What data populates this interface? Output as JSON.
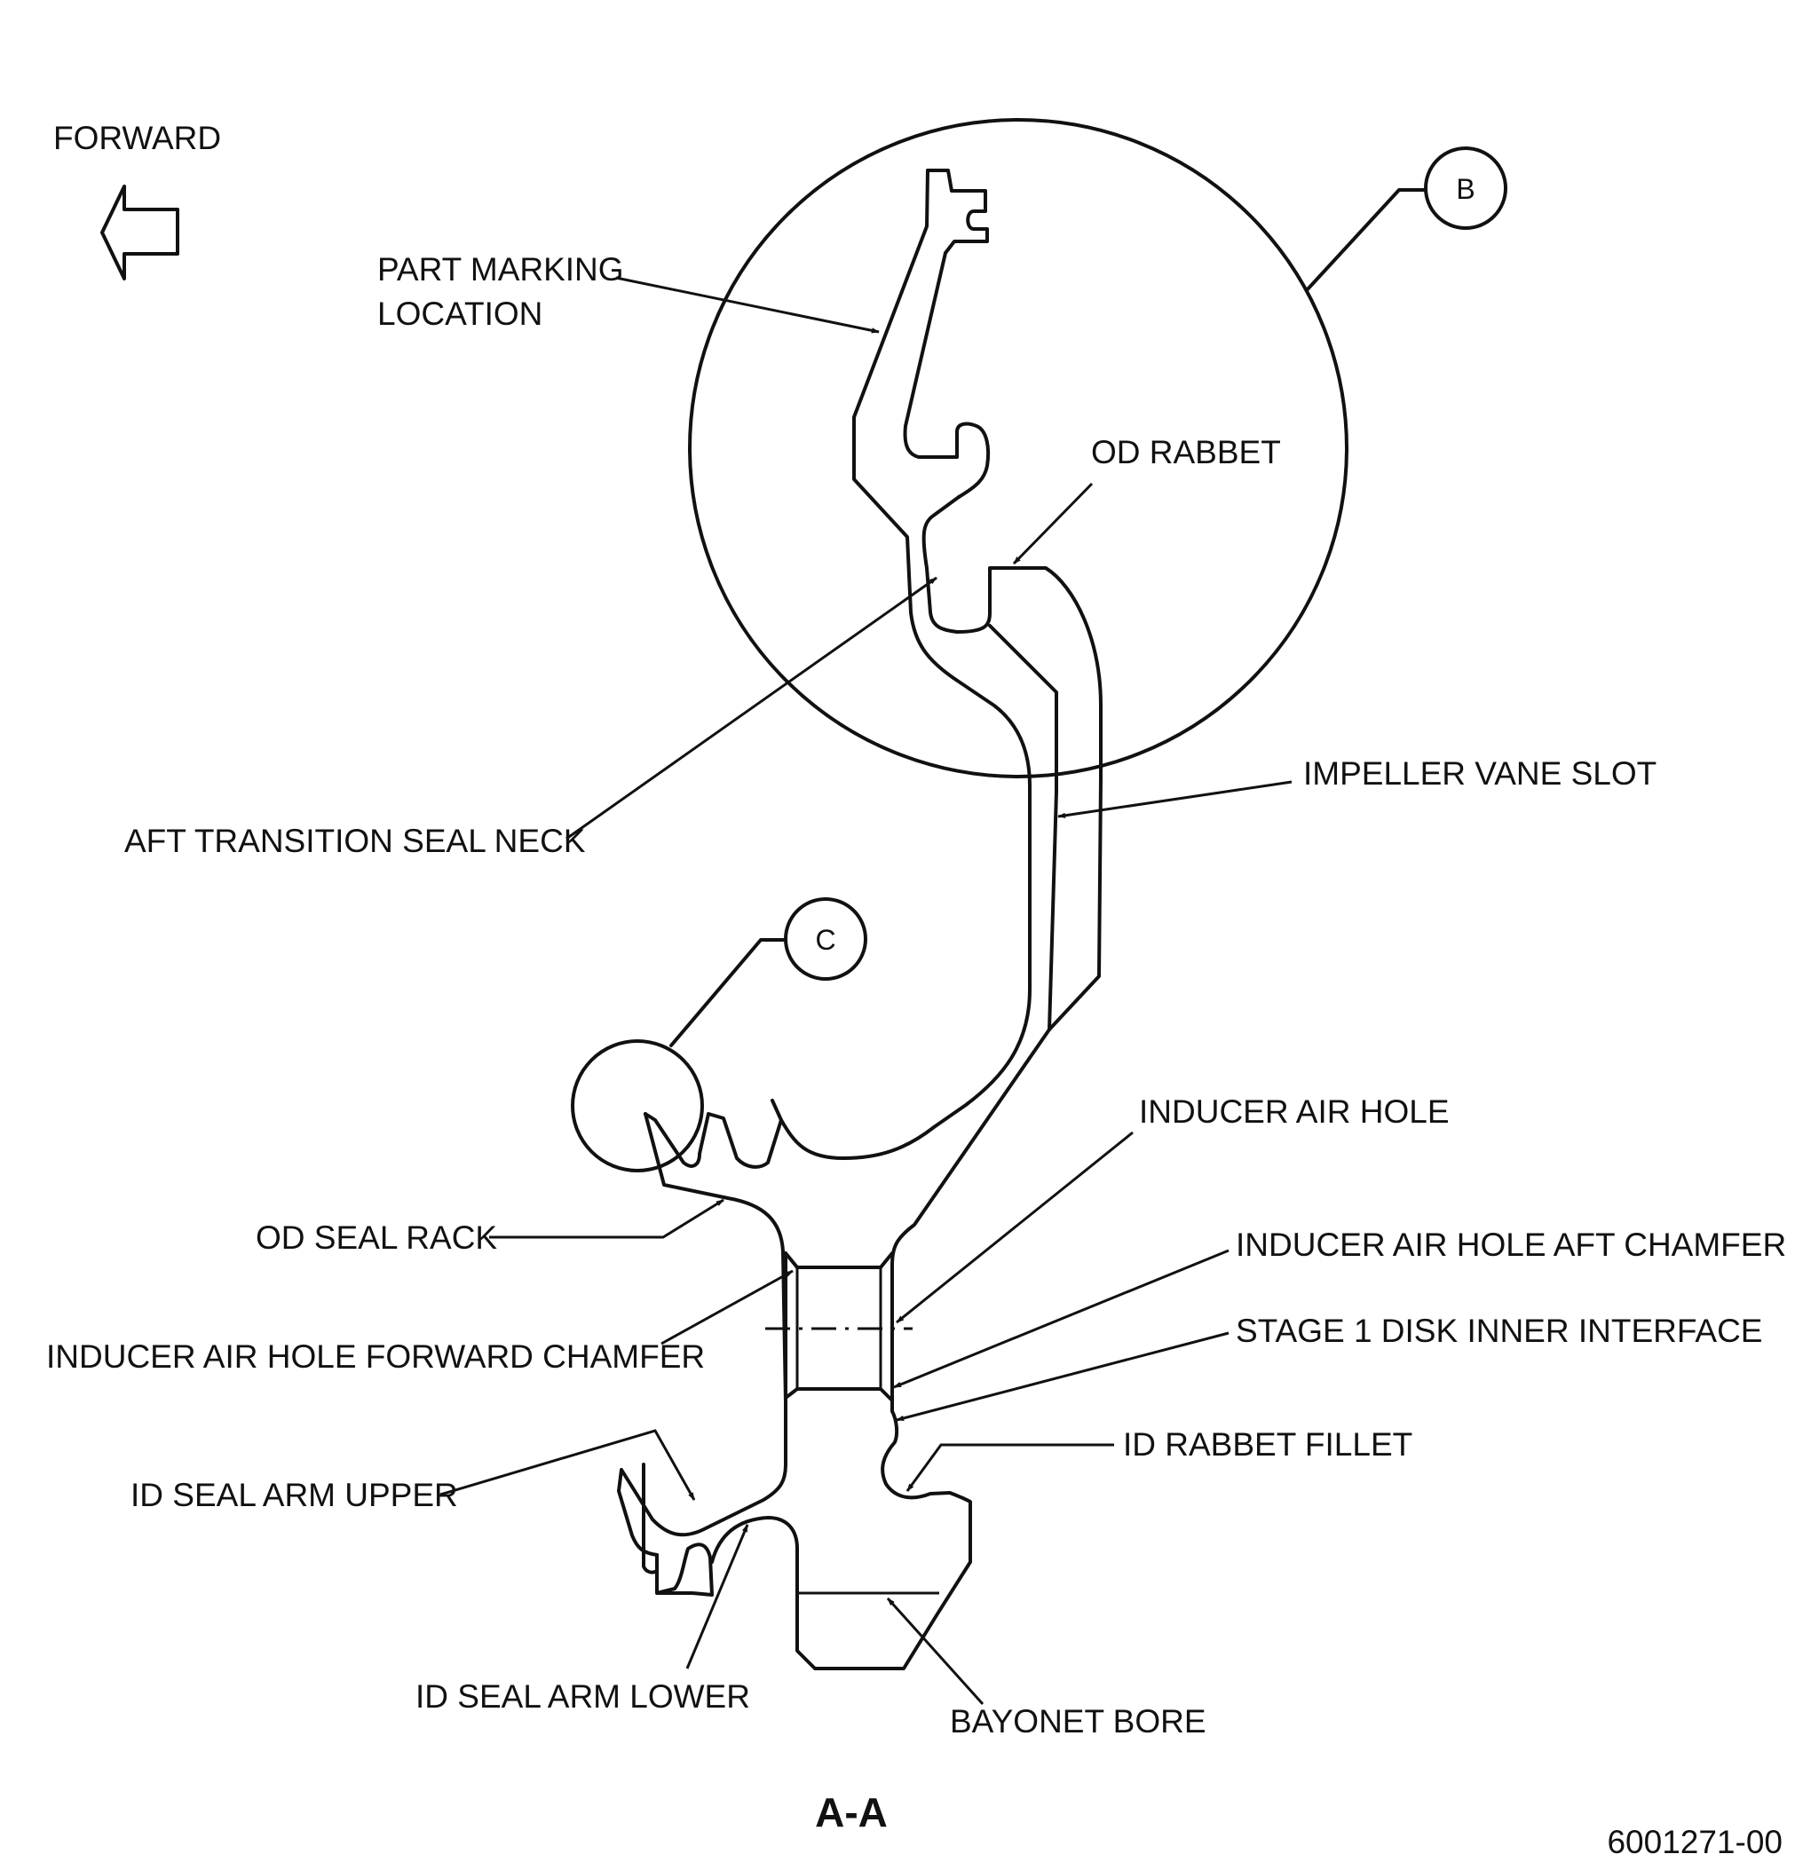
{
  "view": {
    "forward_label": "FORWARD",
    "section_title": "A-A",
    "drawing_number": "6001271-00"
  },
  "details": [
    "B",
    "C"
  ],
  "callouts": [
    {
      "id": "part-marking-location",
      "lines": [
        "PART MARKING",
        "LOCATION"
      ]
    },
    {
      "id": "od-rabbet",
      "lines": [
        "OD RABBET"
      ]
    },
    {
      "id": "impeller-vane-slot",
      "lines": [
        "IMPELLER VANE SLOT"
      ]
    },
    {
      "id": "aft-transition-seal-neck",
      "lines": [
        "AFT TRANSITION SEAL NECK"
      ]
    },
    {
      "id": "inducer-air-hole",
      "lines": [
        "INDUCER AIR HOLE"
      ]
    },
    {
      "id": "inducer-air-hole-aft-chamfer",
      "lines": [
        "INDUCER AIR HOLE AFT CHAMFER"
      ]
    },
    {
      "id": "od-seal-rack",
      "lines": [
        "OD SEAL RACK"
      ]
    },
    {
      "id": "stage-1-disk-inner-interface",
      "lines": [
        "STAGE 1 DISK INNER INTERFACE"
      ]
    },
    {
      "id": "inducer-air-hole-forward-chamfer",
      "lines": [
        "INDUCER AIR HOLE FORWARD CHAMFER"
      ]
    },
    {
      "id": "id-rabbet-fillet",
      "lines": [
        "ID RABBET FILLET"
      ]
    },
    {
      "id": "id-seal-arm-upper",
      "lines": [
        "ID SEAL ARM UPPER"
      ]
    },
    {
      "id": "id-seal-arm-lower",
      "lines": [
        "ID SEAL ARM LOWER"
      ]
    },
    {
      "id": "bayonet-bore",
      "lines": [
        "BAYONET BORE"
      ]
    }
  ]
}
